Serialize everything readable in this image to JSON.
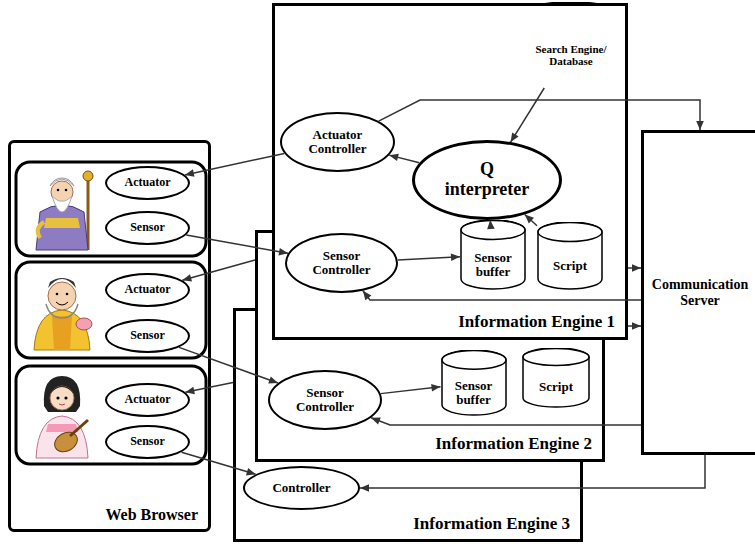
{
  "diagram": {
    "nodes": [
      {
        "text": [
          "Search Engine/ Database"
        ]
      },
      {
        "text": [
          "Web Browser"
        ]
      },
      {
        "text": [
          "Actuator"
        ],
        "in": 1
      },
      {
        "text": [
          "Sensor"
        ],
        "in": 1
      },
      {
        "text": [
          "Actuator"
        ],
        "in": 1
      },
      {
        "text": [
          "Sensor"
        ],
        "in": 1
      },
      {
        "text": [
          "Actuator"
        ],
        "in": 1
      },
      {
        "text": [
          "Sensor"
        ],
        "in": 1
      },
      {
        "text": [
          "Information Engine 1"
        ]
      },
      {
        "text": [
          "Actuator Controller"
        ],
        "in": 8
      },
      {
        "text": [
          "Q interpreter"
        ],
        "in": 8
      },
      {
        "text": [
          "Sensor Controller"
        ],
        "in": 8
      },
      {
        "text": [
          "Sensor buffer"
        ],
        "in": 8
      },
      {
        "text": [
          "Script"
        ],
        "in": 8
      },
      {
        "text": [
          "Information Engine 2"
        ]
      },
      {
        "text": [
          "Sensor Controller"
        ],
        "in": 14
      },
      {
        "text": [
          "Sensor buffer"
        ],
        "in": 14
      },
      {
        "text": [
          "Script"
        ],
        "in": 14
      },
      {
        "text": [
          "Information Engine 3"
        ]
      },
      {
        "text": [
          "Controller"
        ],
        "in": 18
      },
      {
        "text": [
          "Communication Server"
        ]
      }
    ],
    "edges": [
      {
        "from": 0,
        "to": 10,
        "arrow": "to"
      },
      {
        "from": 10,
        "to": 9,
        "arrow": "to"
      },
      {
        "from": 12,
        "to": 10,
        "arrow": "to"
      },
      {
        "from": 13,
        "to": 10,
        "arrow": "to"
      },
      {
        "from": 11,
        "to": 12,
        "arrow": "to"
      },
      {
        "from": 9,
        "to": 2,
        "arrow": "to"
      },
      {
        "from": 3,
        "to": 11,
        "arrow": "to"
      },
      {
        "from": 9,
        "to": 20,
        "arrow": "to"
      },
      {
        "from": 20,
        "to": 11,
        "arrow": "to"
      },
      {
        "from": 8,
        "to": 20,
        "arrow": "to"
      },
      {
        "from": 8,
        "to": 20,
        "arrow": "to"
      },
      {
        "from": 14,
        "to": 4,
        "arrow": "to"
      },
      {
        "from": 5,
        "to": 15,
        "arrow": "to"
      },
      {
        "from": 15,
        "to": 16,
        "arrow": "to"
      },
      {
        "from": 20,
        "to": 15,
        "arrow": "to"
      },
      {
        "from": 18,
        "to": 6,
        "arrow": "to"
      },
      {
        "from": 7,
        "to": 19,
        "arrow": "to"
      },
      {
        "from": 20,
        "to": 19,
        "arrow": "to"
      }
    ]
  }
}
